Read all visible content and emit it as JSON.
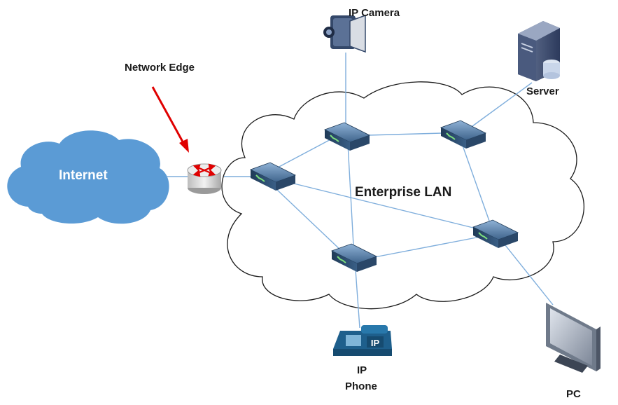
{
  "labels": {
    "internet": "Internet",
    "network_edge": "Network Edge",
    "enterprise_lan": "Enterprise LAN",
    "ip_camera": "IP Camera",
    "server": "Server",
    "ip_phone_line1": "IP",
    "ip_phone_line2": "Phone",
    "ip_phone_badge": "IP",
    "pc": "PC"
  },
  "colors": {
    "internet_cloud": "#5b9bd5",
    "link_line": "#7faedc",
    "arrow": "#e00000",
    "switch_body": "#2f4e6e",
    "router": "#c8c8c8"
  },
  "icons": {
    "router": "router-icon",
    "switch": "switch-icon",
    "camera": "camera-icon",
    "server": "server-icon",
    "phone": "ip-phone-icon",
    "pc": "monitor-icon"
  }
}
